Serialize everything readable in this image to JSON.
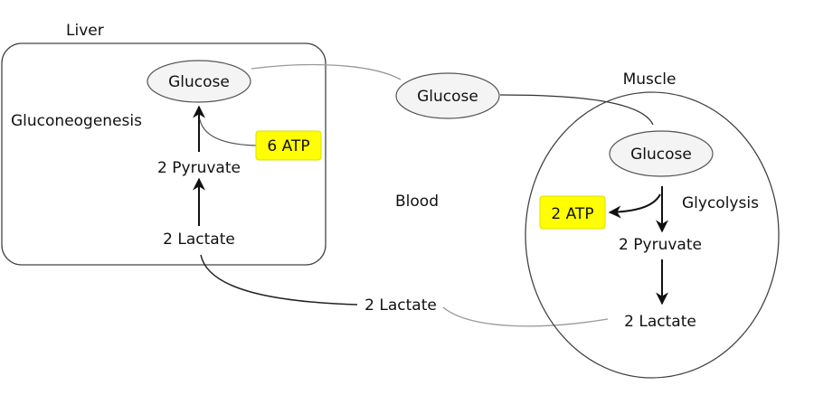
{
  "liver": {
    "title": "Liver",
    "process": "Gluconeogenesis",
    "glucose": "Glucose",
    "pyruvate": "2 Pyruvate",
    "lactate": "2 Lactate",
    "atp": "6 ATP"
  },
  "blood": {
    "title": "Blood",
    "glucose": "Glucose",
    "lactate": "2 Lactate"
  },
  "muscle": {
    "title": "Muscle",
    "process": "Glycolysis",
    "glucose": "Glucose",
    "pyruvate": "2 Pyruvate",
    "lactate": "2 Lactate",
    "atp": "2 ATP"
  },
  "colors": {
    "atp_highlight": "#ffff00",
    "node_fill": "#f4f4f4",
    "line": "#222222",
    "light_line": "#999999"
  }
}
